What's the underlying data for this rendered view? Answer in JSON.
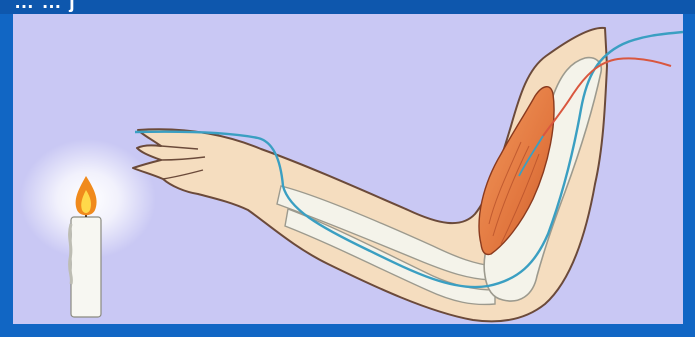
{
  "image": {
    "title_fragment": "… … j",
    "subjects": [
      "candle",
      "flame",
      "arm",
      "hand",
      "forearm-bones",
      "upper-arm-bone",
      "biceps-muscle",
      "sensory-nerve",
      "motor-nerve"
    ]
  },
  "colors": {
    "frame": "#1166c4",
    "background": "#c9c8f4",
    "skin": "#f5ddbf",
    "skin_outline": "#6b4a3a",
    "bone": "#f4f3ea",
    "muscle": "#e2773f",
    "sensory_nerve": "#3a9fc2",
    "motor_nerve": "#d9573f",
    "candle": "#f7f7f2",
    "flame_outer": "#f08a1c",
    "flame_inner": "#ffd84a",
    "glow": "#ffffff"
  }
}
